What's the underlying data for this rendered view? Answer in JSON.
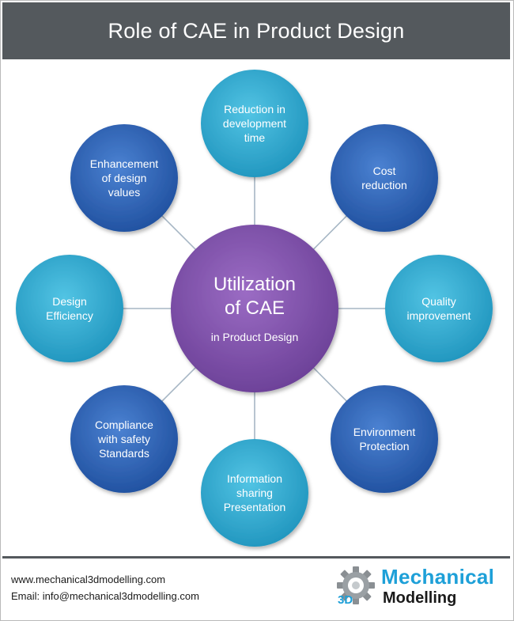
{
  "title": "Role of CAE in Product Design",
  "center": {
    "line1": "Utilization",
    "line2": "of CAE",
    "line3": "in Product Design"
  },
  "nodes": [
    {
      "id": "reduction-development-time",
      "lines": [
        "Reduction in",
        "development",
        "time"
      ]
    },
    {
      "id": "cost-reduction",
      "lines": [
        "Cost",
        "reduction"
      ]
    },
    {
      "id": "quality-improvement",
      "lines": [
        "Quality",
        "improvement"
      ]
    },
    {
      "id": "environment-protection",
      "lines": [
        "Environment",
        "Protection"
      ]
    },
    {
      "id": "information-sharing",
      "lines": [
        "Information",
        "sharing",
        "Presentation"
      ]
    },
    {
      "id": "compliance-safety",
      "lines": [
        "Compliance",
        "with safety",
        "Standards"
      ]
    },
    {
      "id": "design-efficiency",
      "lines": [
        "Design",
        "Efficiency"
      ]
    },
    {
      "id": "enhancement-design-values",
      "lines": [
        "Enhancement",
        "of design",
        "values"
      ]
    }
  ],
  "footer": {
    "website": "www.mechanical3dmodelling.com",
    "email": "Email: info@mechanical3dmodelling.com"
  },
  "logo": {
    "word1": "Mechanical",
    "badge": "3D",
    "word2": "Modelling"
  },
  "colors": {
    "header": "#54595d",
    "center_circle": "#7b4fa6",
    "cyan_circle": "#2ca6cb",
    "blue_circle": "#2a5fb0",
    "connector": "#a6b6c4",
    "logo_blue": "#1ea0d8"
  }
}
